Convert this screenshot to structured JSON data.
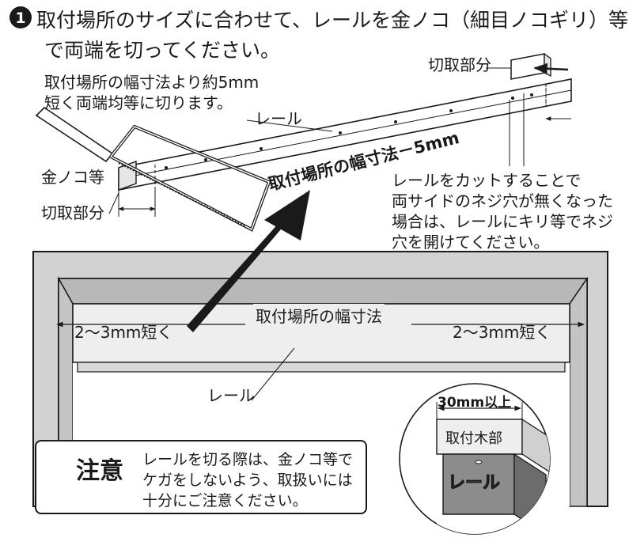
{
  "step": {
    "number": "1",
    "title_line1": "取付場所のサイズに合わせて、レールを金ノコ（細目ノコギリ）等",
    "title_line2": "で両端を切ってください。"
  },
  "note": {
    "line1": "取付場所の幅寸法より約5mm",
    "line2": "短く両端均等に切ります。"
  },
  "labels": {
    "cut_part": "切取部分",
    "rail": "レール",
    "saw": "金ノコ等",
    "width_minus": "取付場所の幅寸法－5mm",
    "mounting_width": "取付場所の幅寸法",
    "short_left": "2～3mm短く",
    "short_right": "2～3mm短く",
    "rail_bottom": "レール"
  },
  "hole_note": {
    "line1": "レールをカットすることで",
    "line2": "両サイドのネジ穴が無くなった",
    "line3": "場合は、レールにキリ等でネジ",
    "line4": "穴を開けてください。"
  },
  "caution": {
    "title": "注意",
    "line1": "レールを切る際は、金ノコ等で",
    "line2": "ケガをしないよう、取扱いには",
    "line3": "十分にご注意ください。"
  },
  "detail": {
    "size": "30mm以上",
    "wood": "取付木部",
    "rail": "レール"
  },
  "colors": {
    "ink": "#1a1a1a",
    "frame_fill": "#d2d2d2",
    "frame_inner": "#b4b4b4",
    "panel": "#eeeeee"
  }
}
